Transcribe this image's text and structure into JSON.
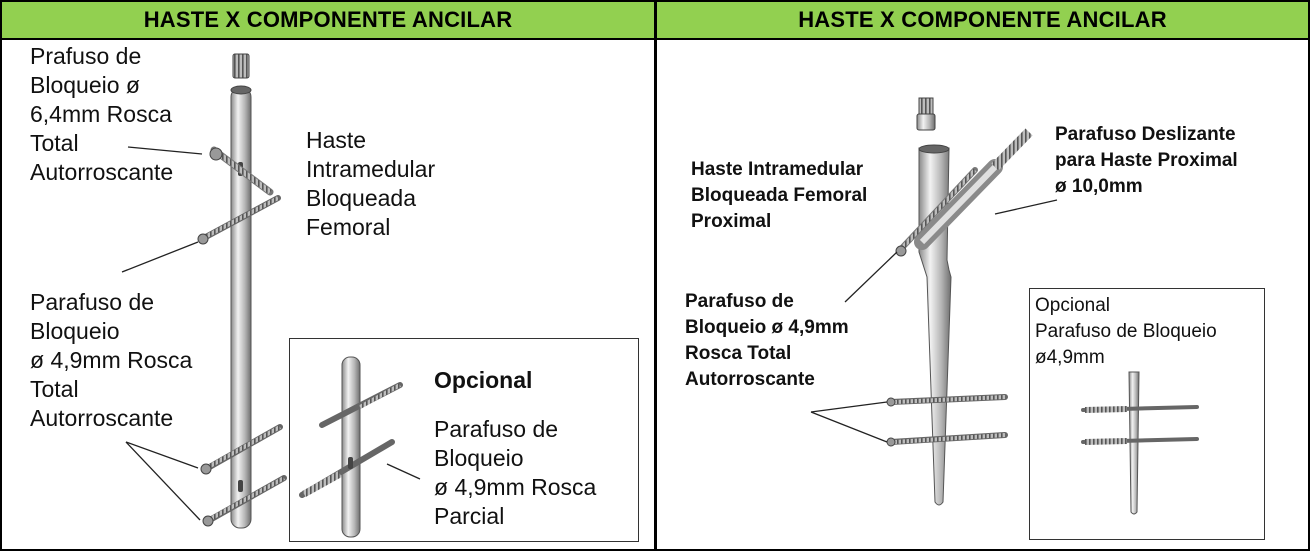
{
  "left_panel": {
    "header": "HASTE X COMPONENTE ANCILAR",
    "label_top_screw": "Prafuso de\nBloqueio ø\n6,4mm Rosca\nTotal\nAutorroscante",
    "label_nail": "Haste\nIntramedular\nBloqueada\nFemoral",
    "label_locking_screw": "Parafuso de\nBloqueio\nø 4,9mm Rosca\nTotal\nAutorroscante",
    "optional_title": "Opcional",
    "optional_text": "Parafuso de\nBloqueio\nø 4,9mm Rosca\nParcial"
  },
  "right_panel": {
    "header": "HASTE X COMPONENTE ANCILAR",
    "label_nail": "Haste Intramedular\nBloqueada Femoral\nProximal",
    "label_sliding_screw": "Parafuso Deslizante\npara Haste Proximal\nø 10,0mm",
    "label_locking_screw": "Parafuso de\nBloqueio ø 4,9mm\nRosca Total\nAutorroscante",
    "optional_text": "Opcional\nParafuso de Bloqueio\nø4,9mm"
  },
  "colors": {
    "header_bg": "#92d050",
    "border": "#000000",
    "metal": "#c8c8c8"
  }
}
